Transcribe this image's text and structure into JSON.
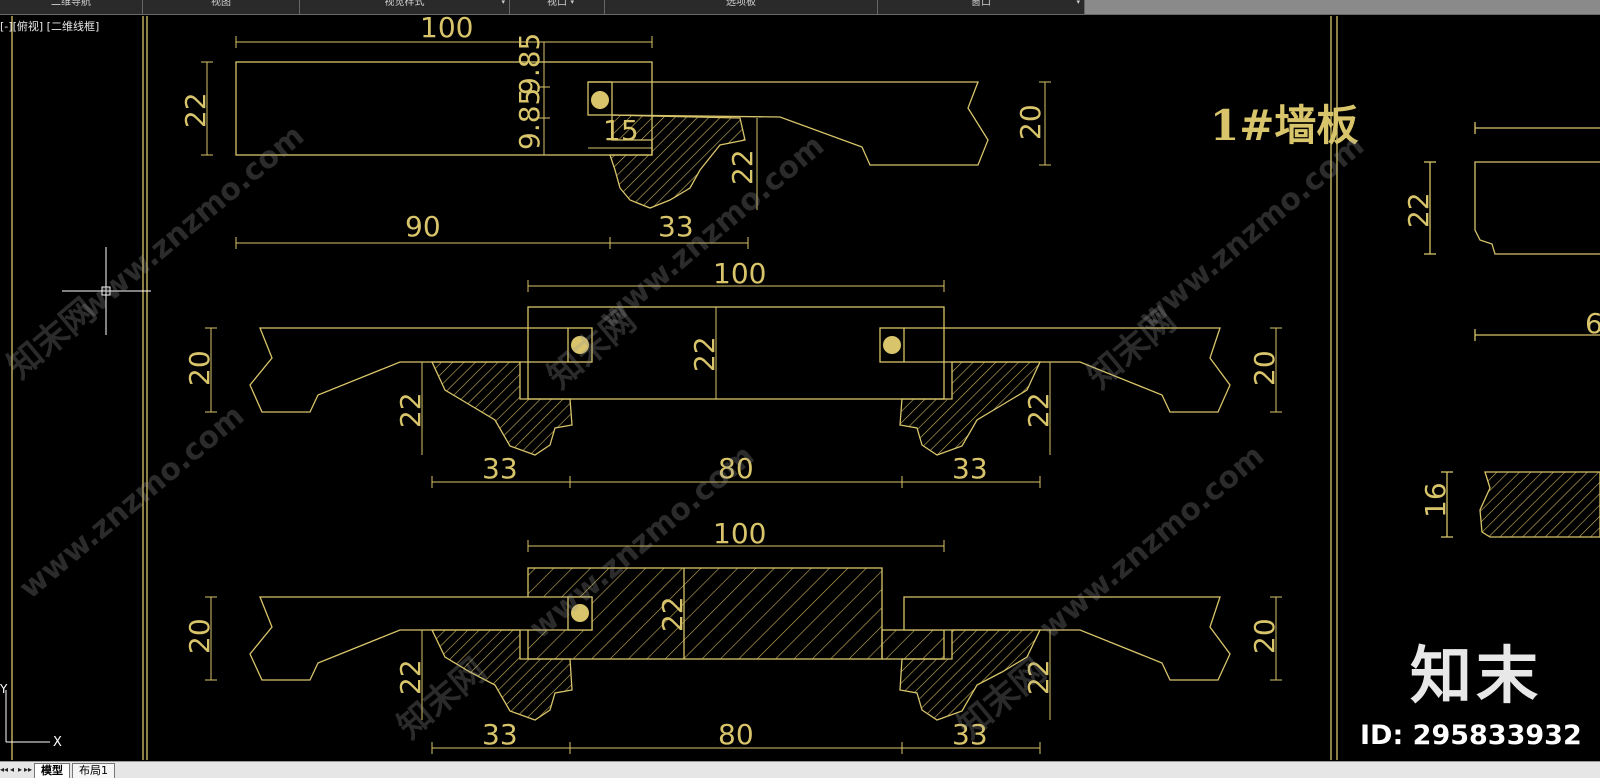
{
  "ribbon": {
    "tabs": [
      {
        "label": "二维导航",
        "dropdown": false
      },
      {
        "label": "视图",
        "dropdown": false
      },
      {
        "label": "视觉样式",
        "dropdown": true
      },
      {
        "label": "视口",
        "dropdown": true
      },
      {
        "label": "选项板",
        "dropdown": false
      },
      {
        "label": "窗口",
        "dropdown": false
      }
    ]
  },
  "viewport": {
    "prefix": "[-]",
    "view": "[俯视]",
    "style": "[二维线框]"
  },
  "layout_tabs": {
    "nav": [
      "◂◂",
      "◂",
      "▸",
      "▸▸"
    ],
    "tabs": [
      "模型",
      "布局1"
    ]
  },
  "drawing": {
    "title": "1#墙板",
    "watermark": "www.znzmo.com",
    "watermark_cn": "知末网",
    "ucs": {
      "x": "X",
      "y": "Y"
    },
    "dims_top": [
      "100",
      "22",
      "9.85",
      "9.85",
      "15",
      "22",
      "20",
      "90",
      "33"
    ],
    "dims_mid": [
      "100",
      "20",
      "22",
      "22",
      "22",
      "20",
      "33",
      "80",
      "33"
    ],
    "dims_bot": [
      "100",
      "20",
      "22",
      "22",
      "22",
      "20",
      "33",
      "80",
      "33"
    ],
    "dims_right": [
      "22",
      "6",
      "16"
    ]
  },
  "brand": {
    "logo": "知末",
    "id": "ID: 295833932"
  },
  "colors": {
    "line": "#d8c46a",
    "hatch": "#c9b35a",
    "background": "#000000"
  }
}
